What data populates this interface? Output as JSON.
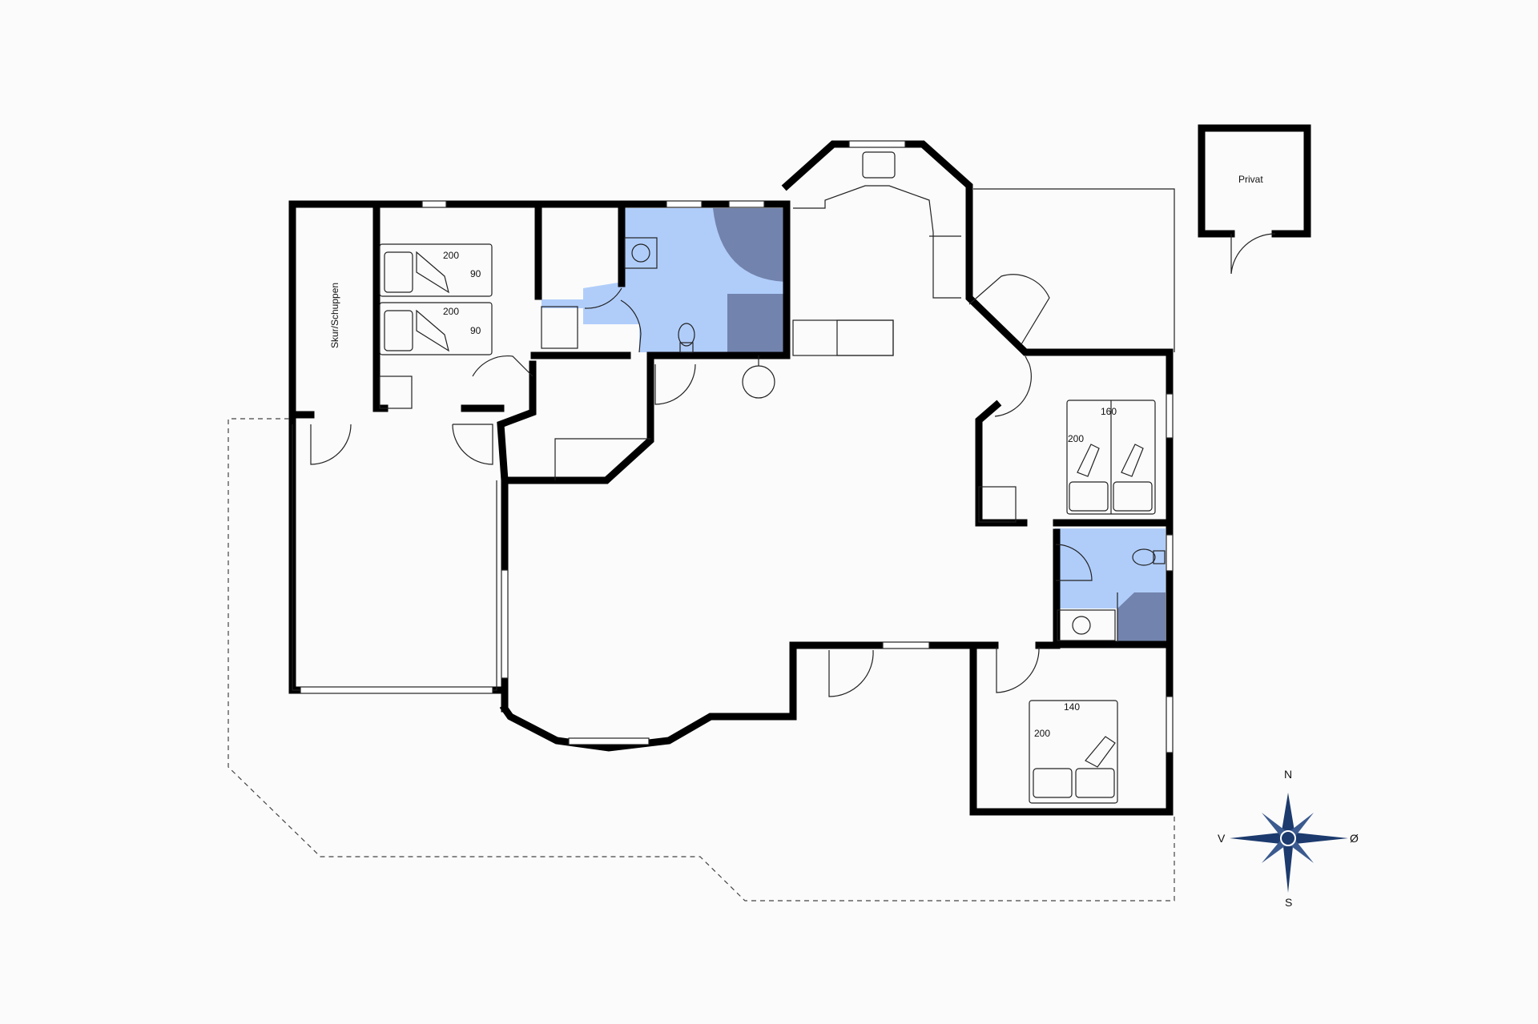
{
  "labels": {
    "shed": "Skur/Schuppen",
    "privat": "Privat"
  },
  "beds": {
    "single_1": {
      "length": "200",
      "width": "90"
    },
    "single_2": {
      "length": "200",
      "width": "90"
    },
    "double_1": {
      "width": "160",
      "length": "200"
    },
    "double_2": {
      "width": "140",
      "length": "200"
    }
  },
  "compass": {
    "n": "N",
    "s": "S",
    "e": "Ø",
    "w": "V"
  },
  "colors": {
    "wall": "#000000",
    "bath_light": "#b0cdfa",
    "bath_dark": "#7283ad",
    "background": "#fbfbfb"
  }
}
